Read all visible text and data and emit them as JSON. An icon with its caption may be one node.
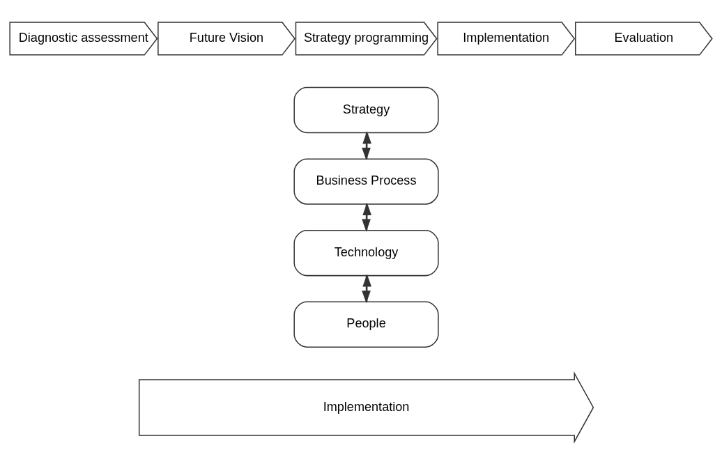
{
  "diagram": {
    "nodes": [
      {
        "text": [
          "Diagnostic assessment"
        ]
      },
      {
        "text": [
          "Future Vision"
        ]
      },
      {
        "text": [
          "Strategy programming"
        ]
      },
      {
        "text": [
          "Implementation"
        ]
      },
      {
        "text": [
          "Evaluation"
        ]
      },
      {
        "text": [
          "Strategy"
        ]
      },
      {
        "text": [
          "Business Process"
        ]
      },
      {
        "text": [
          "Technology"
        ]
      },
      {
        "text": [
          "People"
        ]
      },
      {
        "text": [
          "Implementation"
        ]
      }
    ],
    "edges": [
      {
        "from": 5,
        "to": 6,
        "arrow": "to"
      },
      {
        "from": 6,
        "to": 7,
        "arrow": "to"
      },
      {
        "from": 7,
        "to": 8,
        "arrow": "to"
      },
      {
        "from": 6,
        "to": 5,
        "arrow": "to"
      },
      {
        "from": 7,
        "to": 6,
        "arrow": "to"
      },
      {
        "from": 8,
        "to": 7,
        "arrow": "to"
      }
    ]
  }
}
